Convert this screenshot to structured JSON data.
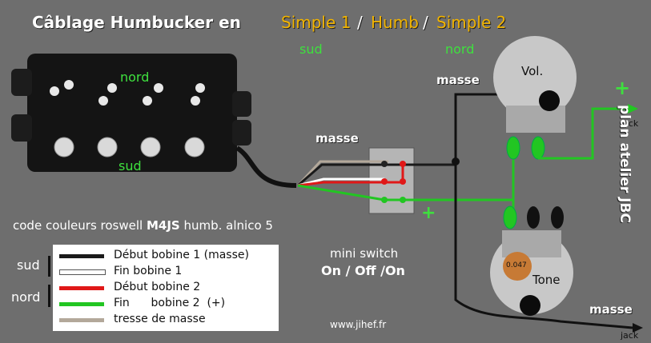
{
  "title": {
    "main": "Câblage Humbucker en",
    "opt1": "Simple 1",
    "sep1": "/",
    "opt2": "Humb",
    "sep2": "/",
    "opt3": "Simple 2"
  },
  "top_labels": {
    "sud": "sud",
    "nord": "nord"
  },
  "pickup": {
    "top_label": "nord",
    "bottom_label": "sud"
  },
  "masse_labels": {
    "switch": "masse",
    "vol": "masse",
    "tone": "masse"
  },
  "pots": {
    "vol": "Vol.",
    "tone": "Tone",
    "cap": "0.047"
  },
  "jack": {
    "top": "jack",
    "bottom": "jack",
    "plus": "+"
  },
  "switch": {
    "plus": "+",
    "line1": "mini switch",
    "line2": "On / Off /On"
  },
  "code_line": {
    "prefix": "code couleurs roswell ",
    "bold": "M4JS",
    "suffix": " humb. alnico 5"
  },
  "legend": {
    "side_sud": "sud",
    "side_nord": "nord",
    "items": [
      {
        "label": "Début bobine 1 (masse)",
        "color": "#1a1a1a"
      },
      {
        "label": "Fin bobine 1",
        "color": "#ffffff"
      },
      {
        "label": "Début bobine 2",
        "color": "#e01818"
      },
      {
        "label": "Fin      bobine 2  (+)",
        "color": "#22c622"
      },
      {
        "label": "tresse de masse",
        "color": "#b3a89a"
      }
    ]
  },
  "website": "www.jihef.fr",
  "vertical_text": "plan atelier JBC"
}
